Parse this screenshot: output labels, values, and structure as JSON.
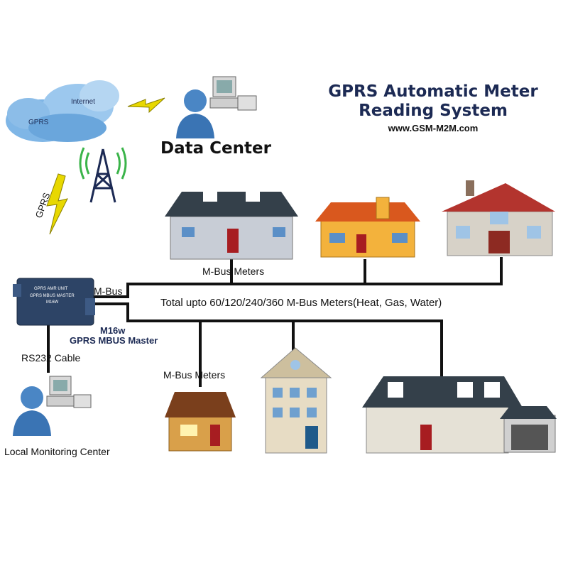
{
  "title_line1": "GPRS Automatic Meter",
  "title_line2": "Reading System",
  "url": "www.GSM-M2M.com",
  "data_center": "Data Center",
  "cloud_gprs": "GPRS",
  "cloud_internet": "Internet",
  "gprs_link": "GPRS",
  "mbus_meters_top": "M-Bus Meters",
  "mbus_meters_bottom": "M-Bus Meters",
  "mbus_label": "M-Bus",
  "bus_text": "Total upto 60/120/240/360 M-Bus Meters(Heat, Gas, Water)",
  "device_model": "M16w",
  "device_name": "GPRS MBUS Master",
  "device_face_line1": "GPRS AMR UNIT",
  "device_face_line2": "GPRS MBUS MASTER",
  "device_face_line3": "M16W",
  "rs232": "RS232 Cable",
  "local_center": "Local Monitoring Center"
}
